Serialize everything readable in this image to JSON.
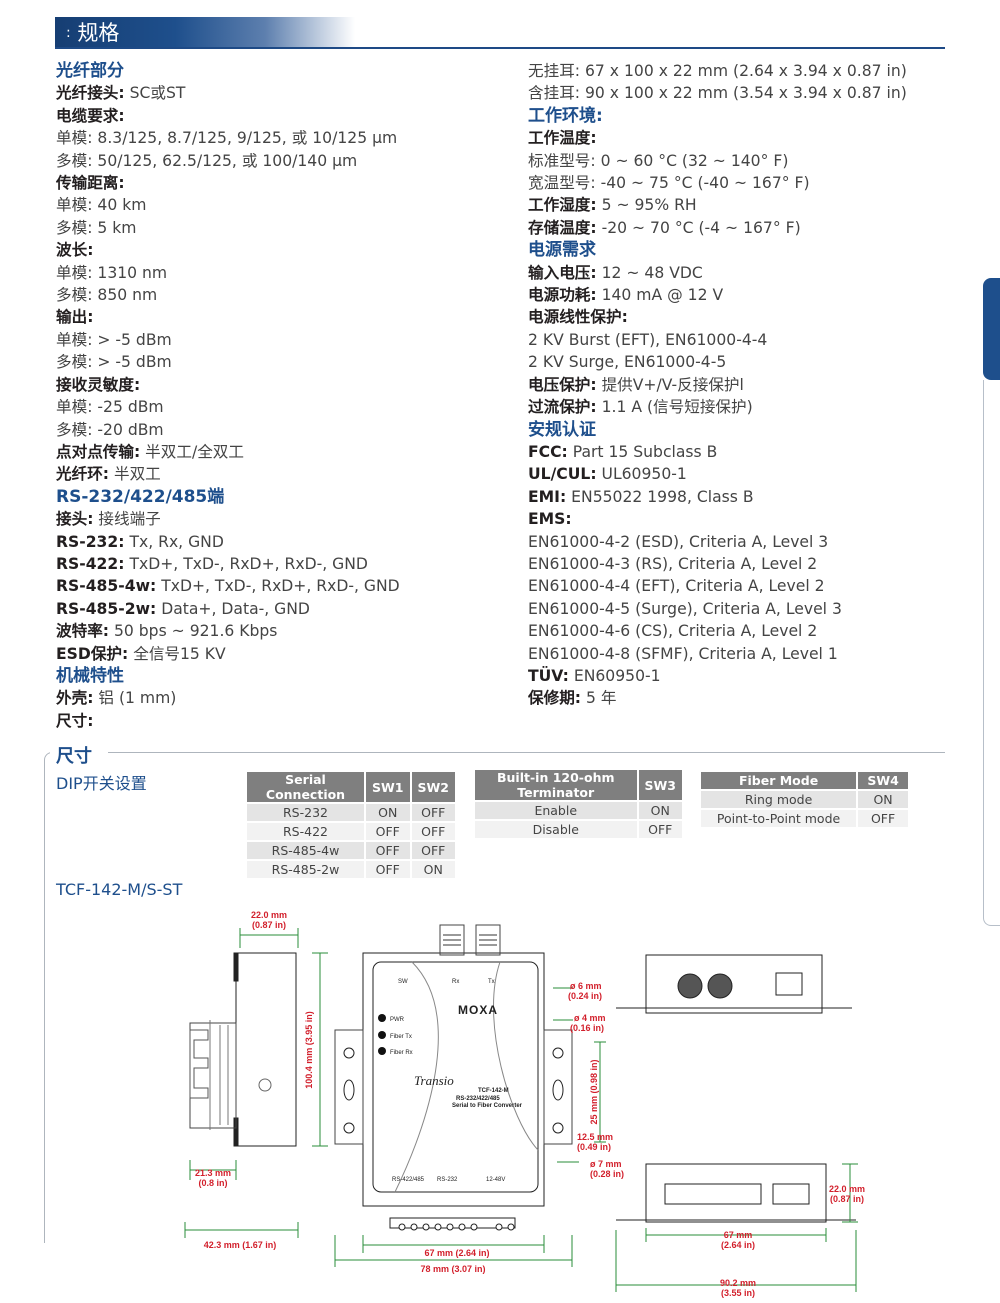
{
  "header": {
    "title": "规格"
  },
  "left": [
    {
      "kind": "section",
      "text": "光纤部分"
    },
    {
      "kind": "kv",
      "label": "光纤接头:",
      "value": " SC或ST"
    },
    {
      "kind": "label",
      "label": "电缆要求:"
    },
    {
      "kind": "text",
      "text": "单模: 8.3/125, 8.7/125, 9/125, 或 10/125 μm"
    },
    {
      "kind": "text",
      "text": "多模: 50/125, 62.5/125, 或 100/140 μm"
    },
    {
      "kind": "label",
      "label": "传输距离:"
    },
    {
      "kind": "text",
      "text": "单模: 40 km"
    },
    {
      "kind": "text",
      "text": "多模: 5 km"
    },
    {
      "kind": "label",
      "label": "波长:"
    },
    {
      "kind": "text",
      "text": "单模: 1310 nm"
    },
    {
      "kind": "text",
      "text": "多模: 850 nm"
    },
    {
      "kind": "label",
      "label": "输出:"
    },
    {
      "kind": "text",
      "text": "单模: > -5 dBm"
    },
    {
      "kind": "text",
      "text": "多模: > -5 dBm"
    },
    {
      "kind": "label",
      "label": "接收灵敏度:"
    },
    {
      "kind": "text",
      "text": "单模: -25 dBm"
    },
    {
      "kind": "text",
      "text": "多模: -20 dBm"
    },
    {
      "kind": "kv",
      "label": "点对点传输:",
      "value": " 半双工/全双工"
    },
    {
      "kind": "kv",
      "label": "光纤环:",
      "value": " 半双工"
    },
    {
      "kind": "section",
      "text": "RS-232/422/485端"
    },
    {
      "kind": "kv",
      "label": "接头:",
      "value": " 接线端子"
    },
    {
      "kind": "kv",
      "label": "RS-232:",
      "value": " Tx, Rx, GND"
    },
    {
      "kind": "kv",
      "label": "RS-422:",
      "value": " TxD+, TxD-, RxD+, RxD-, GND"
    },
    {
      "kind": "kv",
      "label": "RS-485-4w:",
      "value": " TxD+, TxD-, RxD+, RxD-, GND"
    },
    {
      "kind": "kv",
      "label": "RS-485-2w:",
      "value": " Data+, Data-, GND"
    },
    {
      "kind": "kv",
      "label": "波特率:",
      "value": " 50 bps ~ 921.6 Kbps"
    },
    {
      "kind": "kv",
      "label": "ESD保护:",
      "value": " 全信号15 KV"
    },
    {
      "kind": "section",
      "text": "机械特性"
    },
    {
      "kind": "kv",
      "label": "外壳:",
      "value": " 铝 (1 mm)"
    },
    {
      "kind": "label",
      "label": "尺寸:"
    }
  ],
  "right": [
    {
      "kind": "text",
      "text": "无挂耳: 67 x 100 x 22 mm (2.64 x 3.94 x 0.87 in)"
    },
    {
      "kind": "text",
      "text": "含挂耳: 90 x 100 x 22 mm (3.54 x 3.94 x 0.87 in)"
    },
    {
      "kind": "section",
      "text": "工作环境:"
    },
    {
      "kind": "label",
      "label": "工作温度:"
    },
    {
      "kind": "text",
      "text": "标准型号: 0 ~ 60 °C (32 ~ 140° F)"
    },
    {
      "kind": "text",
      "text": "宽温型号: -40 ~ 75 °C (-40 ~ 167° F)"
    },
    {
      "kind": "kv",
      "label": "工作湿度:",
      "value": " 5 ~ 95% RH"
    },
    {
      "kind": "kv",
      "label": "存储温度:",
      "value": " -20 ~ 70 °C (-4 ~ 167° F)"
    },
    {
      "kind": "section",
      "text": "电源需求"
    },
    {
      "kind": "kv",
      "label": "输入电压:",
      "value": " 12 ~ 48 VDC"
    },
    {
      "kind": "kv",
      "label": "电源功耗:",
      "value": " 140 mA @ 12 V"
    },
    {
      "kind": "label",
      "label": "电源线性保护:"
    },
    {
      "kind": "text",
      "text": "2 KV Burst (EFT), EN61000-4-4"
    },
    {
      "kind": "text",
      "text": "2 KV Surge, EN61000-4-5"
    },
    {
      "kind": "kv",
      "label": "电压保护:",
      "value": " 提供V+/V-反接保护l"
    },
    {
      "kind": "kv",
      "label": "过流保护:",
      "value": " 1.1 A (信号短接保护)"
    },
    {
      "kind": "section",
      "text": "安规认证"
    },
    {
      "kind": "kv",
      "label": "FCC:",
      "value": " Part 15 Subclass B"
    },
    {
      "kind": "kv",
      "label": "UL/CUL:",
      "value": " UL60950-1"
    },
    {
      "kind": "kv",
      "label": "EMI:",
      "value": " EN55022 1998, Class B"
    },
    {
      "kind": "label",
      "label": "EMS:"
    },
    {
      "kind": "text",
      "text": "EN61000-4-2 (ESD), Criteria A, Level 3"
    },
    {
      "kind": "text",
      "text": "EN61000-4-3 (RS), Criteria A, Level 2"
    },
    {
      "kind": "text",
      "text": "EN61000-4-4 (EFT), Criteria A, Level 2"
    },
    {
      "kind": "text",
      "text": "EN61000-4-5 (Surge), Criteria A, Level 3"
    },
    {
      "kind": "text",
      "text": "EN61000-4-6 (CS), Criteria A, Level 2"
    },
    {
      "kind": "text",
      "text": "EN61000-4-8 (SFMF), Criteria A, Level 1"
    },
    {
      "kind": "kv",
      "label": "TÜV:",
      "value": " EN60950-1"
    },
    {
      "kind": "kv",
      "label": "保修期:",
      "value": " 5 年"
    }
  ],
  "dimensions": {
    "title": "尺寸",
    "dip_title": "DIP开关设置",
    "model": "TCF-142-M/S-ST",
    "table1": {
      "headers": [
        "Serial Connection",
        "SW1",
        "SW2"
      ],
      "rows": [
        [
          "RS-232",
          "ON",
          "OFF"
        ],
        [
          "RS-422",
          "OFF",
          "OFF"
        ],
        [
          "RS-485-4w",
          "OFF",
          "OFF"
        ],
        [
          "RS-485-2w",
          "OFF",
          "ON"
        ]
      ]
    },
    "table2": {
      "headers": [
        "Built-in 120-ohm Terminator",
        "SW3"
      ],
      "rows": [
        [
          "Enable",
          "ON"
        ],
        [
          "Disable",
          "OFF"
        ]
      ]
    },
    "table3": {
      "headers": [
        "Fiber Mode",
        "SW4"
      ],
      "rows": [
        [
          "Ring mode",
          "ON"
        ],
        [
          "Point-to-Point mode",
          "OFF"
        ]
      ]
    },
    "drawing": {
      "d_22_top": "22.0 mm",
      "d_22_top_in": "(0.87 in)",
      "d_100": "100.4 mm (3.95 in)",
      "d_21": "21.3 mm",
      "d_21_in": "(0.8 in)",
      "d_42": "42.3 mm (1.67 in)",
      "d_67": "67 mm (2.64 in)",
      "d_78": "78 mm (3.07 in)",
      "d_6": "ø 6 mm",
      "d_6_in": "(0.24 in)",
      "d_4": "ø 4 mm",
      "d_4_in": "(0.16 in)",
      "d_25": "25 mm (0.98 in)",
      "d_12": "12.5 mm",
      "d_12_in": "(0.49 in)",
      "d_7": "ø 7 mm",
      "d_7_in": "(0.28 in)",
      "d_22_side": "22.0 mm",
      "d_22_side_in": "(0.87 in)",
      "d_67b": "67 mm",
      "d_67b_in": "(2.64 in)",
      "d_90": "90.2 mm",
      "d_90_in": "(3.55 in)",
      "sw": "SW",
      "rx": "Rx",
      "tx": "Tx",
      "brand": "MOXA",
      "pwr": "PWR",
      "fiber_tx": "Fiber Tx",
      "fiber_rx": "Fiber Rx",
      "logo": "Transio",
      "model_small": "TCF-142-M",
      "desc1": "RS-232/422/485",
      "desc2": "Serial to Fiber Converter",
      "t_485": "RS-422/485",
      "t_232": "RS-232",
      "t_pwr": "12-48V"
    }
  }
}
